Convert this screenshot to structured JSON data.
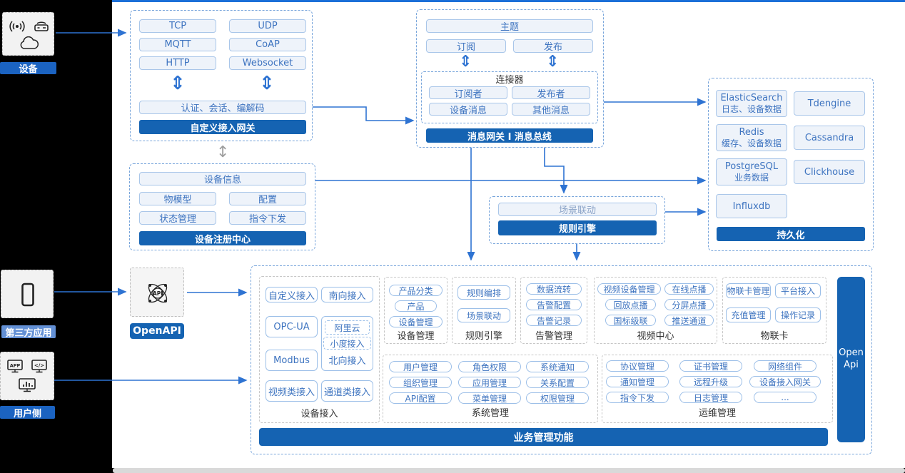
{
  "left_panel": {
    "device_label": "设备",
    "third_party_label": "第三方应用",
    "user_label": "用户侧"
  },
  "custom_gateway": {
    "protocols": [
      "TCP",
      "UDP",
      "MQTT",
      "CoAP",
      "HTTP",
      "Websocket"
    ],
    "session_bar": "认证、会话、编解码",
    "title": "自定义接入网关"
  },
  "registry": {
    "top": "设备信息",
    "items": [
      "物模型",
      "配置",
      "状态管理",
      "指令下发"
    ],
    "title": "设备注册中心"
  },
  "message_bus": {
    "topic": "主题",
    "subscribe": "订阅",
    "publish": "发布",
    "connector_title": "连接器",
    "connector_items": [
      "订阅者",
      "发布者",
      "设备消息",
      "其他消息"
    ],
    "title": "消息网关 I 消息总线"
  },
  "persistence": {
    "col1": [
      {
        "name": "ElasticSearch",
        "desc": "日志、设备数据"
      },
      {
        "name": "Redis",
        "desc": "缓存、设备数据"
      },
      {
        "name": "PostgreSQL",
        "desc": "业务数据"
      },
      {
        "name": "Influxdb"
      }
    ],
    "col2": [
      "Tdengine",
      "Cassandra",
      "Clickhouse"
    ],
    "title": "持久化"
  },
  "rule_engine_top": {
    "item": "场景联动",
    "title": "规则引擎"
  },
  "openapi_label": "OpenAPI",
  "business": {
    "title": "业务管理功能",
    "open_api_bar": "Open Api",
    "device_access": {
      "label": "设备接入",
      "buttons": [
        "自定义接入",
        "南向接入",
        "OPC-UA",
        "Modbus",
        "视频类接入",
        "通道类接入"
      ],
      "north_group": {
        "dashed": [
          "阿里云",
          "小度接入"
        ],
        "label": "北向接入"
      }
    },
    "device_mgmt": {
      "label": "设备管理",
      "chips": [
        "产品分类",
        "产品",
        "设备管理"
      ]
    },
    "rule": {
      "label": "规则引擎",
      "chips": [
        "规则编排",
        "场景联动"
      ]
    },
    "alarm": {
      "label": "告警管理",
      "chips": [
        "数据流转",
        "告警配置",
        "告警记录"
      ]
    },
    "video": {
      "label": "视频中心",
      "chips": [
        "视频设备管理",
        "在线点播",
        "回放点播",
        "分屏点播",
        "国标级联",
        "推送通道"
      ]
    },
    "iot_card": {
      "label": "物联卡",
      "chips": [
        "物联卡管理",
        "平台接入",
        "充值管理",
        "操作记录"
      ]
    },
    "system": {
      "label": "系统管理",
      "chips": [
        "用户管理",
        "角色权限",
        "系统通知",
        "组织管理",
        "应用管理",
        "关系配置",
        "API配置",
        "菜单管理",
        "权限管理"
      ]
    },
    "ops": {
      "label": "运维管理",
      "chips": [
        "协议管理",
        "证书管理",
        "网络组件",
        "通知管理",
        "远程升级",
        "设备接入网关",
        "指令下发",
        "日志管理",
        "..."
      ]
    }
  },
  "colors": {
    "bar_blue": "#1563b2",
    "arrow_blue": "#2e73d2",
    "top_line_blue": "#1b6fd8",
    "label_blue": "#1b63c1",
    "label_light_blue": "#6390d5",
    "box_fill": "#eef3fa",
    "box_border": "#a9c6e9"
  }
}
